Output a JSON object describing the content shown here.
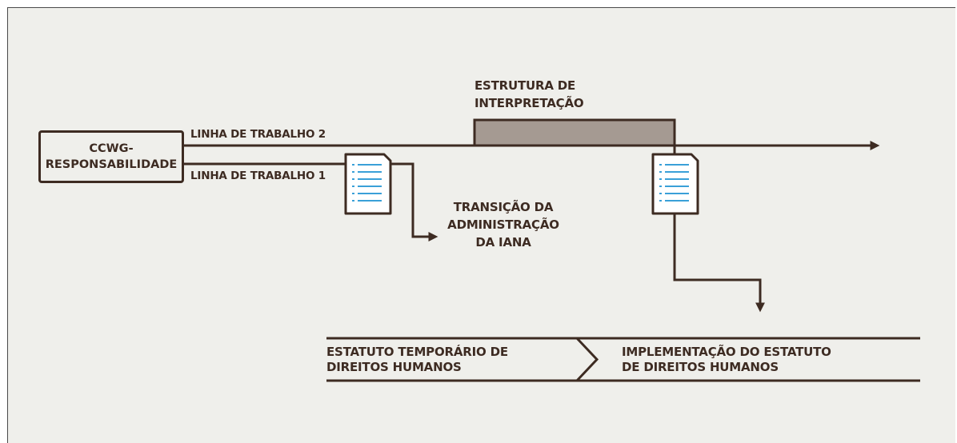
{
  "colors": {
    "line": "#3d2b22",
    "background": "#efefeb",
    "highlight_bar": "#a59a92",
    "document_line": "#3aa0d8",
    "document_fill": "#ffffff"
  },
  "nodes": {
    "origin": "CCWG-\nRESPONSABILIDADE",
    "interpretation": "ESTRUTURA DE\nINTERPRETAÇÃO",
    "iana": "TRANSIÇÃO DA\nADMINISTRAÇÃO\nDA IANA"
  },
  "workstreams": {
    "ws2": "LINHA DE TRABALHO 2",
    "ws1": "LINHA DE TRABALHO 1"
  },
  "phases": {
    "interim": "ESTATUTO TEMPORÁRIO DE\nDIREITOS HUMANOS",
    "implementation": "IMPLEMENTAÇÃO DO ESTATUTO\nDE DIREITOS HUMANOS"
  },
  "icons": [
    "document-icon",
    "document-icon",
    "arrow-right-icon",
    "arrow-down-icon",
    "chevron-right-icon"
  ]
}
